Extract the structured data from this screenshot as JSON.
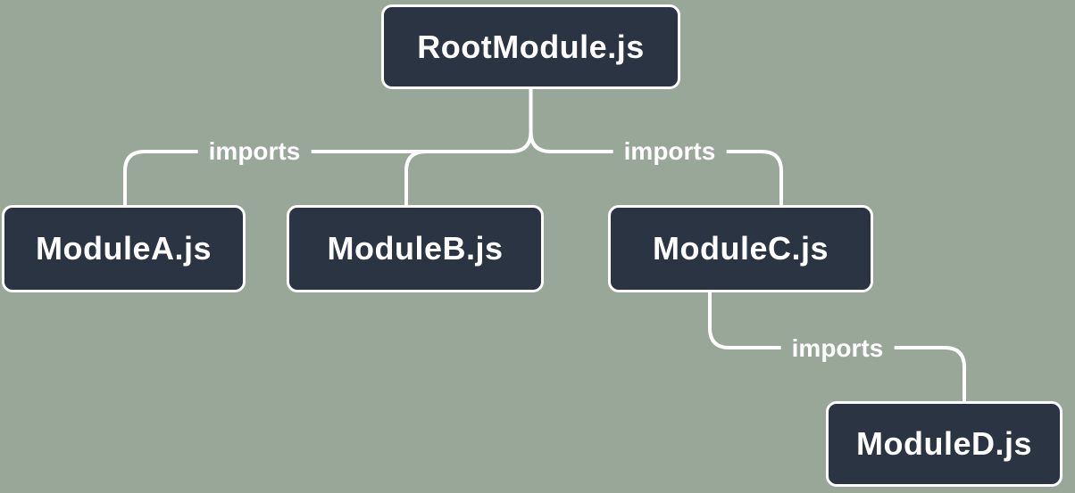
{
  "diagram": {
    "nodes": [
      {
        "id": "root",
        "label": "RootModule.js"
      },
      {
        "id": "a",
        "label": "ModuleA.js"
      },
      {
        "id": "b",
        "label": "ModuleB.js"
      },
      {
        "id": "c",
        "label": "ModuleC.js"
      },
      {
        "id": "d",
        "label": "ModuleD.js"
      }
    ],
    "edges": [
      {
        "from": "RootModule.js",
        "to": "ModuleA.js",
        "label": "imports"
      },
      {
        "from": "RootModule.js",
        "to": "ModuleB.js",
        "label": ""
      },
      {
        "from": "RootModule.js",
        "to": "ModuleC.js",
        "label": "imports"
      },
      {
        "from": "ModuleC.js",
        "to": "ModuleD.js",
        "label": "imports"
      }
    ],
    "edge_labels": {
      "root_to_a": "imports",
      "root_to_c": "imports",
      "c_to_d": "imports"
    },
    "colors": {
      "background": "#98a798",
      "node_fill": "#2b3443",
      "node_border": "#ffffff",
      "line": "#ffffff",
      "text": "#ffffff"
    }
  }
}
